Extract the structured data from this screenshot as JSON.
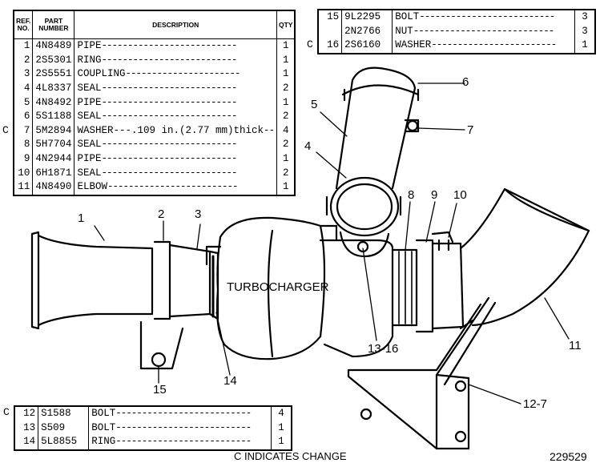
{
  "main_table": {
    "headers": {
      "ref": "REF. NO.",
      "part": "PART NUMBER",
      "desc": "DESCRIPTION",
      "qty": "QTY"
    },
    "rows": [
      {
        "ref": "1",
        "part": "4N8489",
        "desc": "PIPE",
        "qty": "1",
        "mark": ""
      },
      {
        "ref": "2",
        "part": "2S5301",
        "desc": "RING",
        "qty": "1",
        "mark": ""
      },
      {
        "ref": "3",
        "part": "2S5551",
        "desc": "COUPLING",
        "qty": "1",
        "mark": ""
      },
      {
        "ref": "4",
        "part": "4L8337",
        "desc": "SEAL",
        "qty": "2",
        "mark": ""
      },
      {
        "ref": "5",
        "part": "4N8492",
        "desc": "PIPE",
        "qty": "1",
        "mark": ""
      },
      {
        "ref": "6",
        "part": "5S1188",
        "desc": "SEAL",
        "qty": "2",
        "mark": ""
      },
      {
        "ref": "7",
        "part": "5M2894",
        "desc": "WASHER---.109 in.(2.77 mm)thick",
        "qty": "4",
        "mark": "C"
      },
      {
        "ref": "8",
        "part": "5H7704",
        "desc": "SEAL",
        "qty": "2",
        "mark": ""
      },
      {
        "ref": "9",
        "part": "4N2944",
        "desc": "PIPE",
        "qty": "1",
        "mark": ""
      },
      {
        "ref": "10",
        "part": "6H1871",
        "desc": "SEAL",
        "qty": "2",
        "mark": ""
      },
      {
        "ref": "11",
        "part": "4N8490",
        "desc": "ELBOW",
        "qty": "1",
        "mark": ""
      }
    ]
  },
  "right_table": {
    "rows": [
      {
        "ref": "15",
        "part": "9L2295",
        "desc": "BOLT",
        "qty": "3",
        "mark": ""
      },
      {
        "ref": "",
        "part": "2N2766",
        "desc": "NUT",
        "qty": "3",
        "mark": ""
      },
      {
        "ref": "16",
        "part": "2S6160",
        "desc": "WASHER",
        "qty": "1",
        "mark": "C"
      }
    ]
  },
  "bottom_table": {
    "rows": [
      {
        "ref": "12",
        "part": "S1588",
        "desc": "BOLT",
        "qty": "4",
        "mark": "C"
      },
      {
        "ref": "13",
        "part": "S509",
        "desc": "BOLT",
        "qty": "1",
        "mark": ""
      },
      {
        "ref": "14",
        "part": "5L8855",
        "desc": "RING",
        "qty": "1",
        "mark": ""
      }
    ]
  },
  "drawing": {
    "component_label": "TURBOCHARGER",
    "callouts": [
      "1",
      "2",
      "3",
      "4",
      "5",
      "6",
      "7",
      "8",
      "9",
      "10",
      "11",
      "12-7",
      "13-16",
      "14",
      "15"
    ]
  },
  "footer": {
    "change_note": "C INDICATES CHANGE",
    "drawing_number": "229529"
  }
}
